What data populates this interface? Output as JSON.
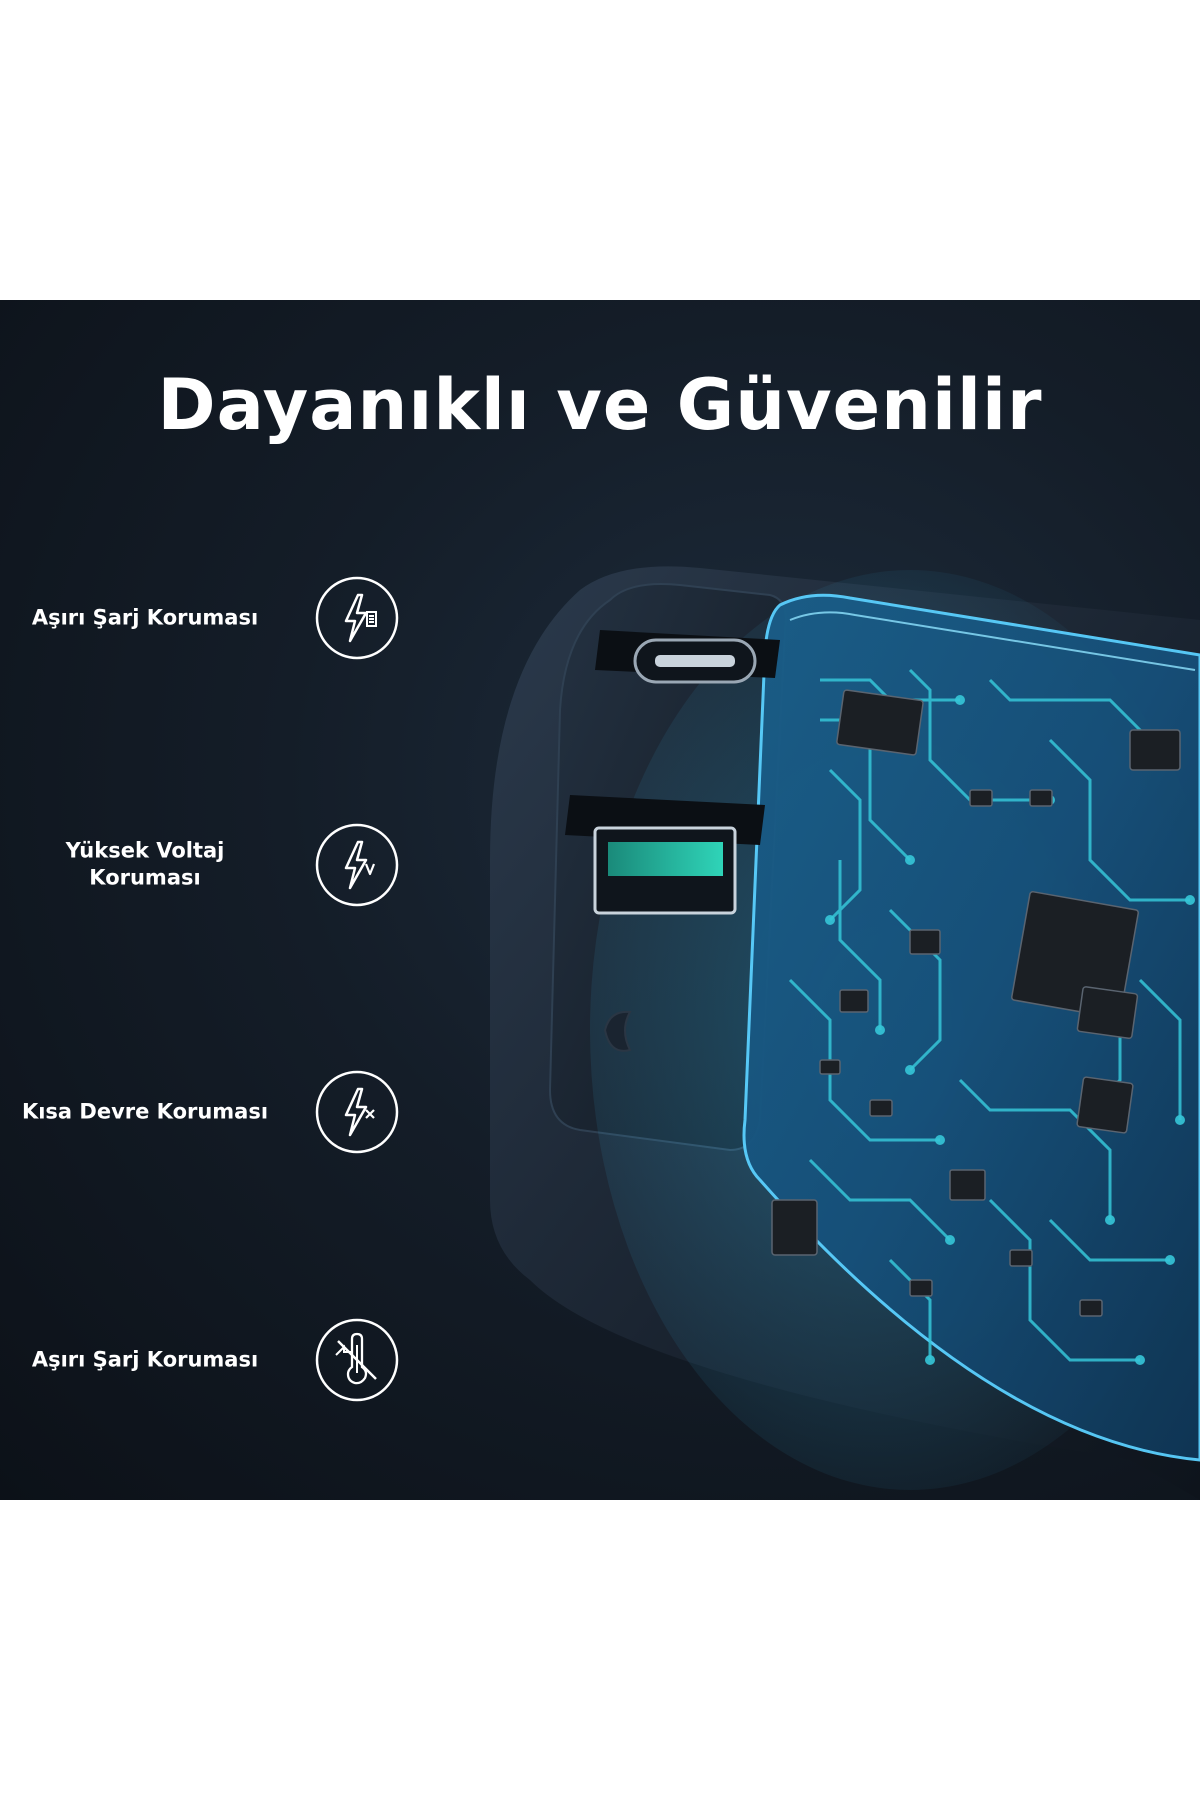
{
  "heading": {
    "title": "Dayanıklı ve Güvenilir"
  },
  "features": [
    {
      "label": "Aşırı Şarj Koruması",
      "icon": "lightning-battery-icon"
    },
    {
      "label": "Yüksek Voltaj\nKoruması",
      "icon": "lightning-voltage-icon"
    },
    {
      "label": "Kısa Devre Koruması",
      "icon": "lightning-short-circuit-icon"
    },
    {
      "label": "Aşırı Şarj Koruması",
      "icon": "thermometer-slash-icon"
    }
  ],
  "colors": {
    "background": "#141d28",
    "text": "#ffffff",
    "accent": "#3fb6e8",
    "circuit": "#36c6d8"
  }
}
